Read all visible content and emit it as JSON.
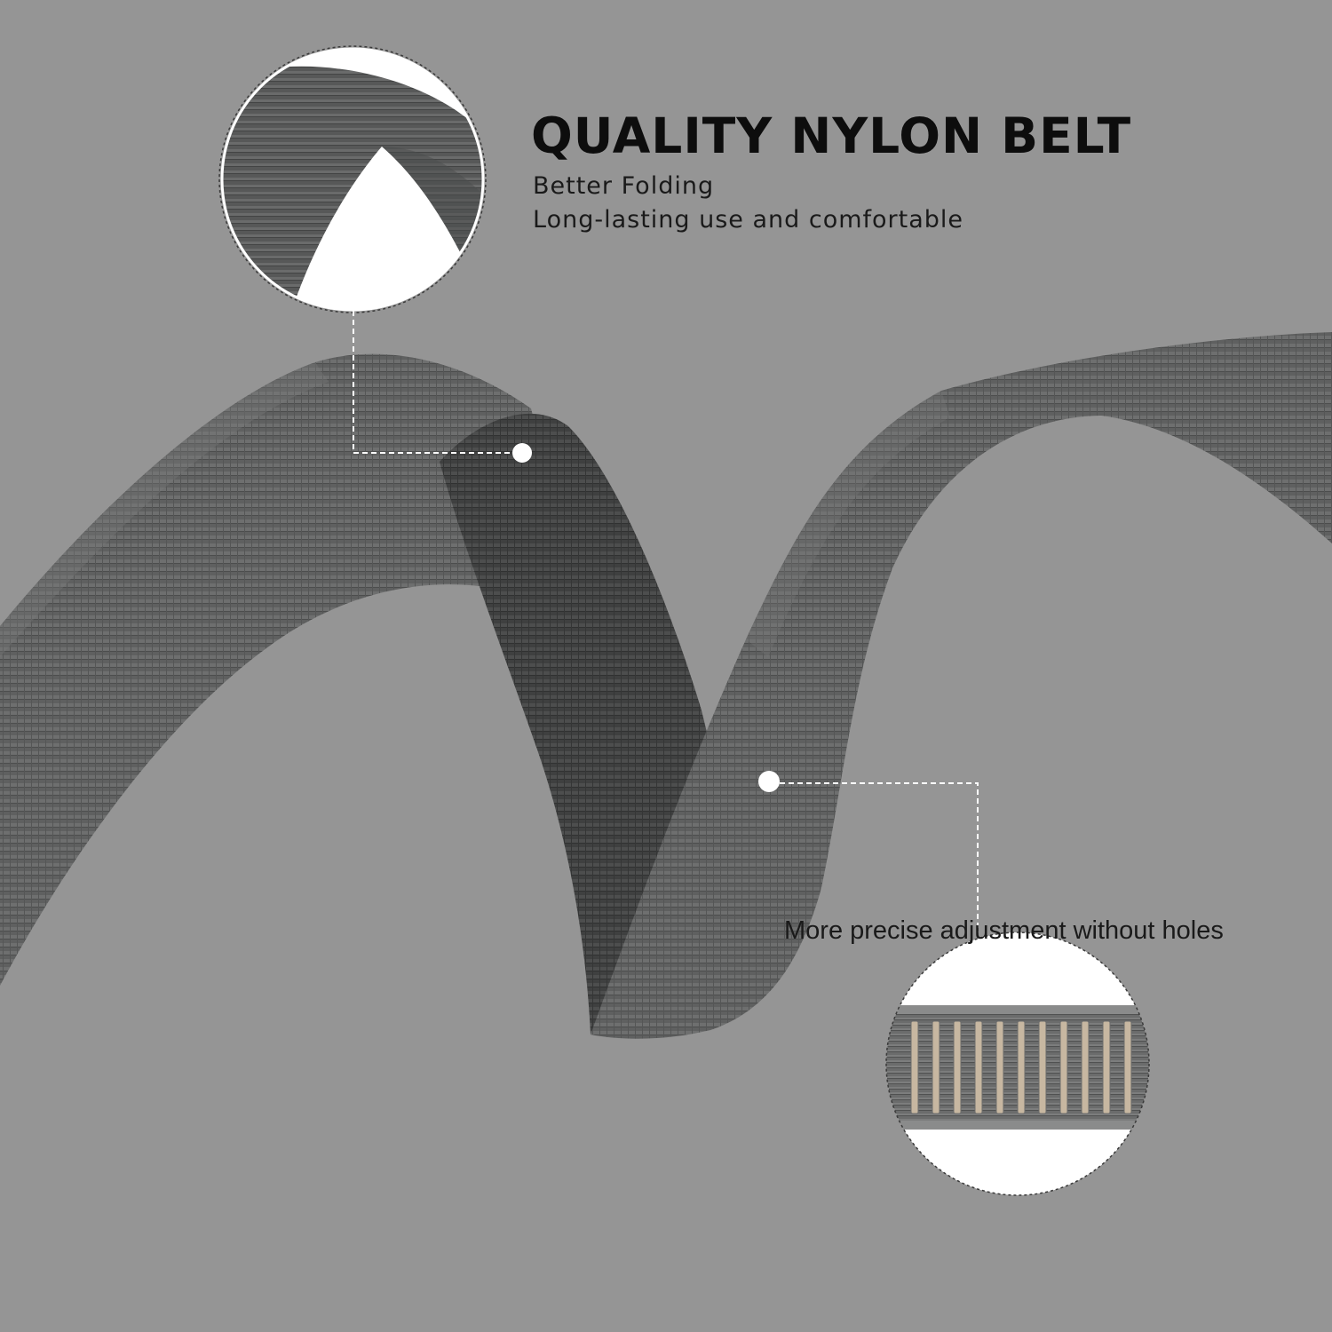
{
  "headline": {
    "title": "QUALITY NYLON BELT",
    "line1": "Better Folding",
    "line2": "Long-lasting use and comfortable"
  },
  "callout": {
    "caption": "More precise adjustment without holes"
  },
  "colors": {
    "background": "#959595",
    "belt_outer": "#5e5f5f",
    "belt_inner": "#3f4040",
    "callout_line": "#ffffff",
    "ratchet_track": "#c7b7a1"
  }
}
